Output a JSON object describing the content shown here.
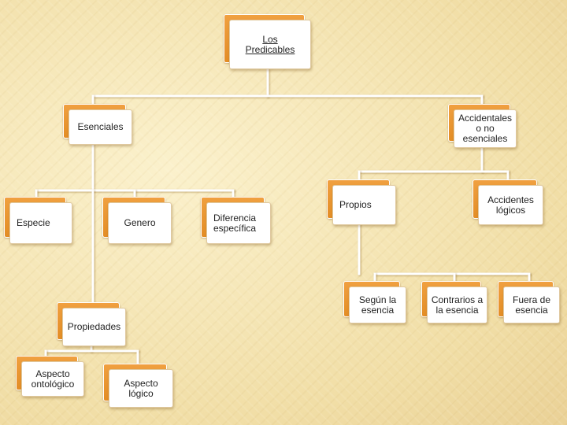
{
  "colors": {
    "connector": "#ffffff",
    "box_back": "#e8922e",
    "box_front": "#ffffff",
    "background": "#f4e6b6"
  },
  "nodes": {
    "root": "Los\nPredicables",
    "esenciales": "Esenciales",
    "accidentales": "Accidentales\no no\nesenciales",
    "especie": "Especie",
    "genero": "Genero",
    "diferencia": "Diferencia\nespecífica",
    "propios": "Propios",
    "accidentes_logicos": "Accidentes\nlógicos",
    "segun_esencia": "Según la\nesencia",
    "contrarios_esencia": "Contrarios a\nla esencia",
    "fuera_esencia": "Fuera de\nesencia",
    "propiedades": "Propiedades",
    "aspecto_ontologico": "Aspecto\nontológico",
    "aspecto_logico": "Aspecto\nlógico"
  }
}
